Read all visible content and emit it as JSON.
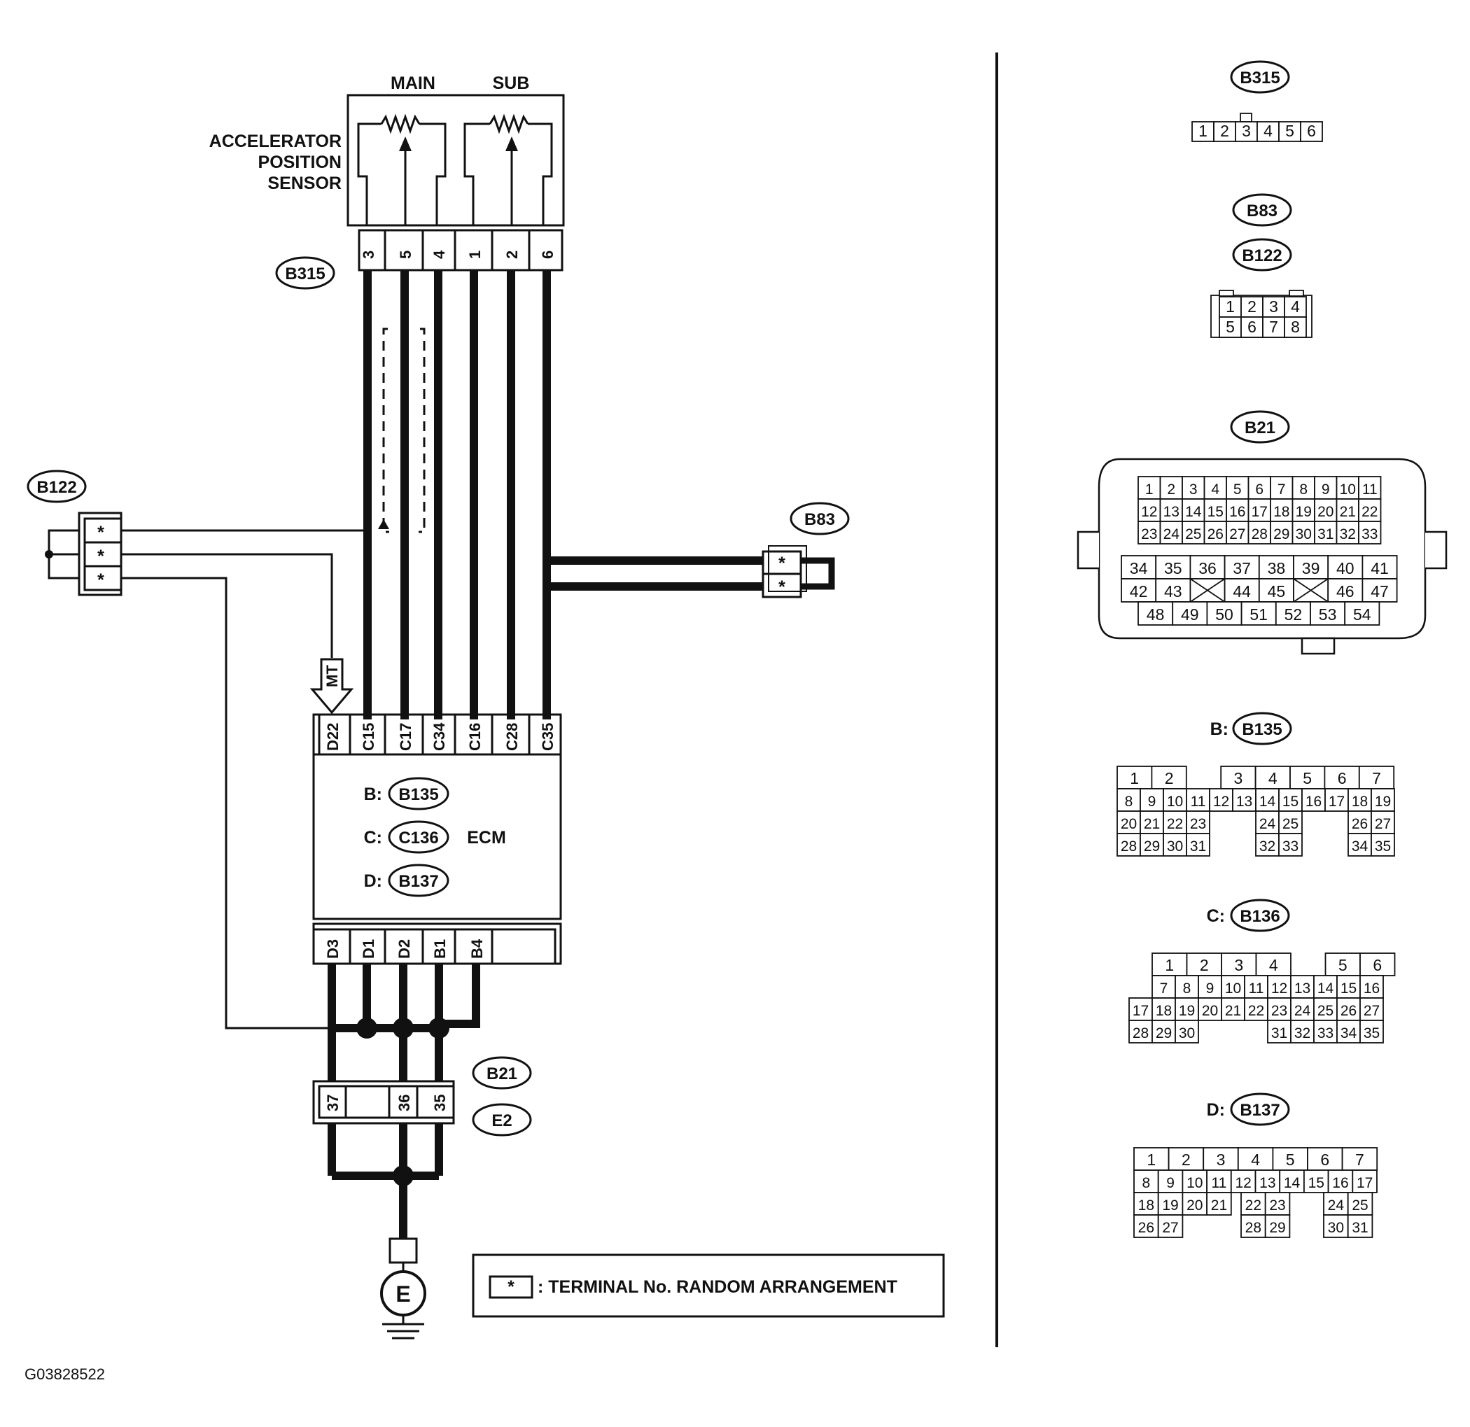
{
  "diagram": {
    "figure_code": "G03828522",
    "sensor": {
      "label_lines": [
        "ACCELERATOR",
        "POSITION",
        "SENSOR"
      ],
      "main_label": "MAIN",
      "sub_label": "SUB",
      "connector": "B315",
      "pins": [
        "3",
        "5",
        "4",
        "1",
        "2",
        "6"
      ]
    },
    "ecm": {
      "label": "ECM",
      "connectors": [
        {
          "prefix": "B:",
          "id": "B135"
        },
        {
          "prefix": "C:",
          "id": "C136"
        },
        {
          "prefix": "D:",
          "id": "B137"
        }
      ],
      "top_pins": [
        "D22",
        "C15",
        "C17",
        "C34",
        "C16",
        "C28",
        "C35"
      ],
      "bottom_pins": [
        "D3",
        "D1",
        "D2",
        "B1",
        "B4"
      ],
      "mt_label": "MT"
    },
    "b122": {
      "id": "B122",
      "pins": [
        "*",
        "*",
        "*"
      ]
    },
    "b83": {
      "id": "B83",
      "pins": [
        "*",
        "*"
      ]
    },
    "b21": {
      "id": "B21",
      "pins": [
        "37",
        "36",
        "35"
      ]
    },
    "e2": {
      "id": "E2"
    },
    "ground": {
      "label": "E"
    },
    "legend": {
      "symbol": "*",
      "text": ": TERMINAL No. RANDOM ARRANGEMENT"
    }
  },
  "connector_views": {
    "b315": {
      "id": "B315",
      "pins": [
        "1",
        "2",
        "3",
        "4",
        "5",
        "6"
      ]
    },
    "b83_b122": {
      "ids": [
        "B83",
        "B122"
      ],
      "rows": [
        [
          "1",
          "2",
          "3",
          "4"
        ],
        [
          "5",
          "6",
          "7",
          "8"
        ]
      ]
    },
    "b21": {
      "id": "B21",
      "upper_rows": [
        [
          "1",
          "2",
          "3",
          "4",
          "5",
          "6",
          "7",
          "8",
          "9",
          "10",
          "11"
        ],
        [
          "12",
          "13",
          "14",
          "15",
          "16",
          "17",
          "18",
          "19",
          "20",
          "21",
          "22"
        ],
        [
          "23",
          "24",
          "25",
          "26",
          "27",
          "28",
          "29",
          "30",
          "31",
          "32",
          "33"
        ]
      ],
      "lower_rows": [
        [
          "34",
          "35",
          "36",
          "37",
          "38",
          "39",
          "40",
          "41"
        ],
        [
          "42",
          "43",
          "",
          "44",
          "45",
          "",
          "46",
          "47"
        ],
        [
          "48",
          "49",
          "50",
          "51",
          "52",
          "53",
          "54"
        ]
      ]
    },
    "b135": {
      "prefix": "B:",
      "id": "B135",
      "rows": [
        [
          "1",
          "2",
          "",
          "3",
          "4",
          "5",
          "6",
          "7"
        ],
        [
          "8",
          "9",
          "10",
          "11",
          "12",
          "13",
          "14",
          "15",
          "16",
          "17",
          "18",
          "19"
        ],
        [
          "20",
          "21",
          "22",
          "23",
          "",
          "",
          "24",
          "25",
          "",
          "",
          "26",
          "27"
        ],
        [
          "28",
          "29",
          "30",
          "31",
          "",
          "",
          "32",
          "33",
          "",
          "",
          "34",
          "35"
        ]
      ]
    },
    "b136": {
      "prefix": "C:",
      "id": "B136",
      "rows": [
        [
          "1",
          "2",
          "3",
          "4",
          "",
          "5",
          "6"
        ],
        [
          "7",
          "8",
          "9",
          "10",
          "11",
          "12",
          "13",
          "14",
          "15",
          "16"
        ],
        [
          "17",
          "18",
          "19",
          "20",
          "21",
          "22",
          "23",
          "24",
          "25",
          "26",
          "27"
        ],
        [
          "28",
          "29",
          "30",
          "31",
          "32",
          "33",
          "34",
          "35"
        ]
      ]
    },
    "b137": {
      "prefix": "D:",
      "id": "B137",
      "rows": [
        [
          "1",
          "2",
          "3",
          "4",
          "5",
          "6",
          "7"
        ],
        [
          "8",
          "9",
          "10",
          "11",
          "12",
          "13",
          "14",
          "15",
          "16",
          "17"
        ],
        [
          "18",
          "19",
          "20",
          "21",
          "22",
          "23",
          "24",
          "25"
        ],
        [
          "26",
          "27",
          "28",
          "29",
          "30",
          "31"
        ]
      ]
    }
  }
}
